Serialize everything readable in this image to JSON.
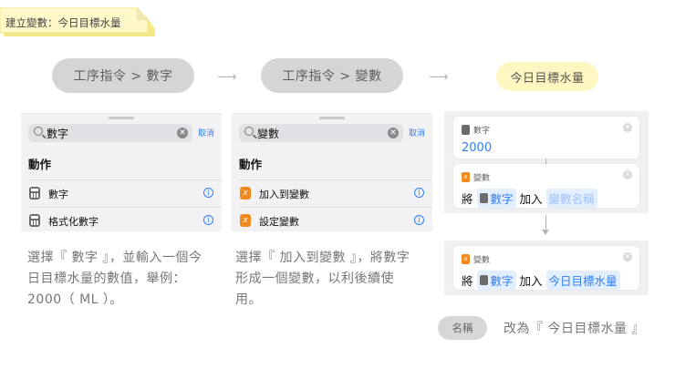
{
  "note_tab": {
    "label": "建立變數：今日目標水量"
  },
  "steps": [
    {
      "label": "工序指令 > 數字"
    },
    {
      "label": "工序指令 > 變數"
    },
    {
      "label": "今日目標水量"
    }
  ],
  "arrow_glyph": "⟶",
  "panel1": {
    "search_value": "數字",
    "clear_glyph": "✕",
    "cancel_label": "取消",
    "section_title": "動作",
    "items": [
      {
        "label": "數字",
        "icon": "calculator-icon"
      },
      {
        "label": "格式化數字",
        "icon": "calculator-icon"
      }
    ]
  },
  "panel2": {
    "search_value": "變數",
    "clear_glyph": "✕",
    "cancel_label": "取消",
    "section_title": "動作",
    "items": [
      {
        "label": "加入到變數",
        "icon": "variable-icon"
      },
      {
        "label": "設定變數",
        "icon": "variable-icon"
      }
    ]
  },
  "info_glyph": "i",
  "var_glyph": "x",
  "desc1": [
    "選擇『 數字 』，並輸入一個今",
    "日目標水量的數值，舉例：",
    "2000（ ML ）。"
  ],
  "desc2": [
    "選擇『 加入到變數 』，將數字",
    "形成一個變數，以利後續使",
    "用。"
  ],
  "right_top": {
    "number_card": {
      "header": "數字",
      "value": "2000"
    },
    "var_card": {
      "header": "變數",
      "verb": "將",
      "token": "數字",
      "action": "加入",
      "placeholder": "變數名稱"
    }
  },
  "right_bottom": {
    "var_card": {
      "header": "變數",
      "verb": "將",
      "token": "數字",
      "action": "加入",
      "target": "今日目標水量"
    }
  },
  "rename": {
    "pill_label": "名稱",
    "text": "改為『 今日目標水量 』"
  },
  "colors": {
    "accent_blue": "#2f7ff7",
    "variable_orange": "#f3891d",
    "highlight_yellow": "#fff7c2"
  }
}
